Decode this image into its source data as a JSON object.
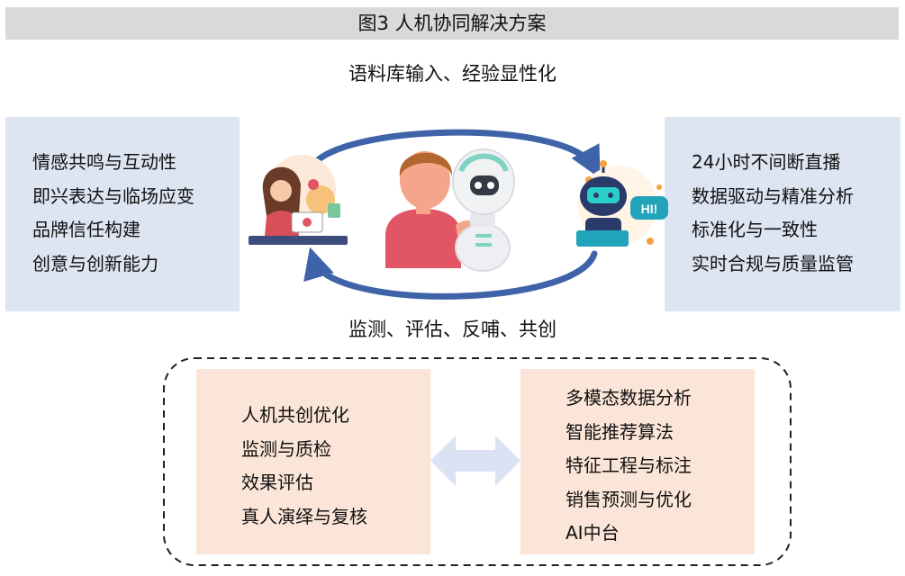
{
  "figure_title": "图3  人机协同解决方案",
  "caption_top": "语料库输入、经验显性化",
  "caption_bottom": "监测、评估、反哺、共创",
  "left_box": [
    "情感共鸣与互动性",
    "即兴表达与临场应变",
    "品牌信任构建",
    "创意与创新能力"
  ],
  "right_box": [
    "24小时不间断直播",
    "数据驱动与精准分析",
    "标准化与一致性",
    "实时合规与质量监管"
  ],
  "bottom_left_box": [
    "人机共创优化",
    "监测与质检",
    "效果评估",
    "真人演绎与复核"
  ],
  "bottom_right_box": [
    "多模态数据分析",
    "智能推荐算法",
    "特征工程与标注",
    "销售预测与优化",
    "AI中台"
  ],
  "robot_bubble_text": "HI!",
  "colors": {
    "title_bar": "#d9d9d9",
    "side_boxes": "#dde4f2",
    "bottom_boxes": "#fbe5d8",
    "cycle_arrows": "#3f63a8",
    "double_arrow": "#dbe2f3"
  }
}
